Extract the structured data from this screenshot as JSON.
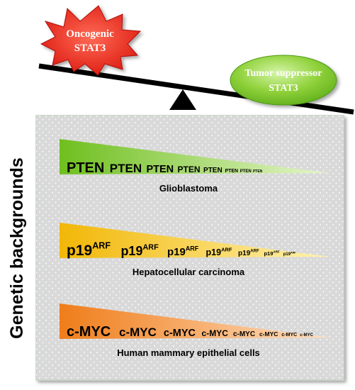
{
  "balance": {
    "oncogenic": {
      "line1": "Oncogenic",
      "line2": "STAT3",
      "color": "#e8261c"
    },
    "suppressor": {
      "line1": "Tumor suppressor",
      "line2": "STAT3",
      "color": "#7cc52a"
    }
  },
  "side_label": "Genetic backgrounds",
  "panel": {
    "fill": "#d9d9d9",
    "dot": "#f2f2f2",
    "border": "#c6d3c4"
  },
  "wedges": [
    {
      "gene": "PTEN",
      "superscript": "",
      "repeats": [
        "PTEN",
        "PTEN",
        "PTEN",
        "PTEN",
        "PTEN",
        "PTEN",
        "PTEN",
        "PTEN"
      ],
      "caption": "Glioblastoma",
      "color_dark": "#6fbf1f",
      "color_light": "#e6f6cc"
    },
    {
      "gene": "p19",
      "superscript": "ARF",
      "repeats": [
        "p19",
        "p19",
        "p19",
        "p19",
        "p19",
        "p19",
        "p19"
      ],
      "caption": "Hepatocellular carcinoma",
      "color_dark": "#f2b707",
      "color_light": "#fff3b0"
    },
    {
      "gene": "c-MYC",
      "superscript": "",
      "repeats": [
        "c-MYC",
        "c-MYC",
        "c-MYC",
        "c-MYC",
        "c-MYC",
        "c-MYC",
        "c-MYC",
        "c-MYC"
      ],
      "caption": "Human mammary epithelial cells",
      "color_dark": "#ef7d1a",
      "color_light": "#ffe0c2"
    }
  ]
}
